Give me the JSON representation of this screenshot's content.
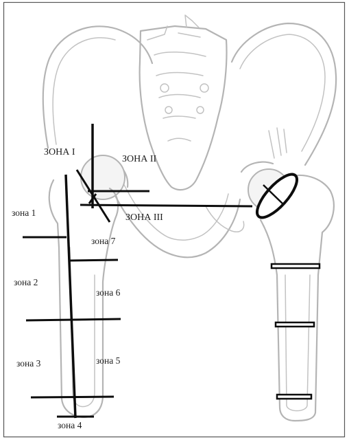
{
  "labels": {
    "zone_I": "ЗОНА I",
    "zone_II": "ЗОНА II",
    "zone_III": "ЗОНА III",
    "zone_1": "зона 1",
    "zone_2": "зона 2",
    "zone_3": "зона 3",
    "zone_4": "зона 4",
    "zone_5": "зона 5",
    "zone_6": "зона 6",
    "zone_7": "зона 7"
  },
  "icons": {
    "pelvis": "pelvis-outline-icon",
    "left_femur": "left-femur-outline-icon",
    "right_femur": "right-femur-outline-icon",
    "implant_head": "acetabular-implant-icon",
    "stem_markers": "stem-marker-icon"
  },
  "colors": {
    "line": "#0d0d0d",
    "bone": "#b4b4b4",
    "frame": "#555555"
  }
}
